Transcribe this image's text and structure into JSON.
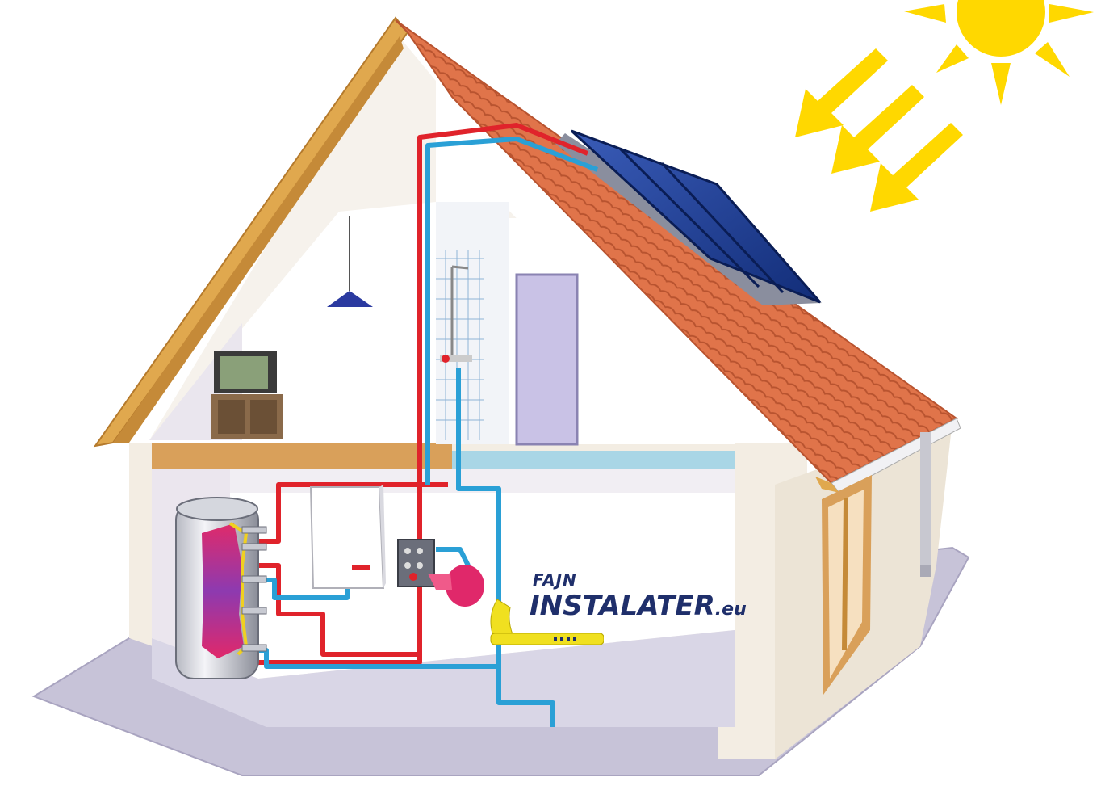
{
  "logo": {
    "top_text": "FAJN",
    "main_text": "INSTALATER",
    "suffix_text": ".eu"
  },
  "colors": {
    "sky_sun": "#ffd800",
    "roof_tile": "#e0744a",
    "roof_trim": "#e0a84e",
    "wall": "#f3ede3",
    "ground": "#c7c3d8",
    "solar_panel": "#1b3a8a",
    "hot_pipe": "#e0232b",
    "cold_pipe": "#2aa0d6",
    "logo_yellow": "#f0e020",
    "logo_navy": "#1f2f6b"
  },
  "icons": [
    "sun-icon",
    "sunray-arrow-icon",
    "solar-panel-icon",
    "water-tank-icon",
    "boiler-icon",
    "pump-station-icon",
    "expansion-vessel-icon",
    "shower-icon",
    "tv-icon",
    "lamp-icon",
    "wrench-logo-icon"
  ]
}
